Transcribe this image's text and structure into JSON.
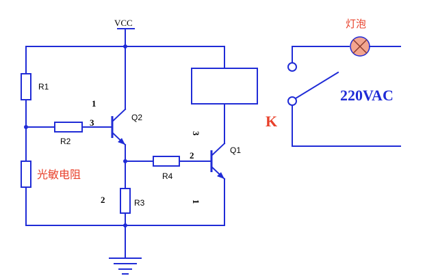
{
  "colors": {
    "wire": "#1f2bd6",
    "text": "#000000",
    "accent": "#e8402a",
    "lamp_fill": "#f3a58f",
    "supply_text": "#1f2bd6"
  },
  "labels": {
    "vcc": "VCC",
    "r1": "R1",
    "r2": "R2",
    "r3": "R3",
    "r4": "R4",
    "q1": "Q1",
    "q2": "Q2",
    "photoresistor": "光敏电阻",
    "relay_switch": "K",
    "supply": "220VAC",
    "lamp": "灯泡"
  },
  "pins": {
    "q2_collector": "1",
    "q2_base": "3",
    "q2_emitter": "2",
    "q1_collector": "3",
    "q1_base": "2",
    "q1_emitter": "1"
  },
  "icons": {
    "ground": "ground-symbol",
    "lamp": "lamp-cross-symbol",
    "switch": "relay-contact-symbol"
  }
}
